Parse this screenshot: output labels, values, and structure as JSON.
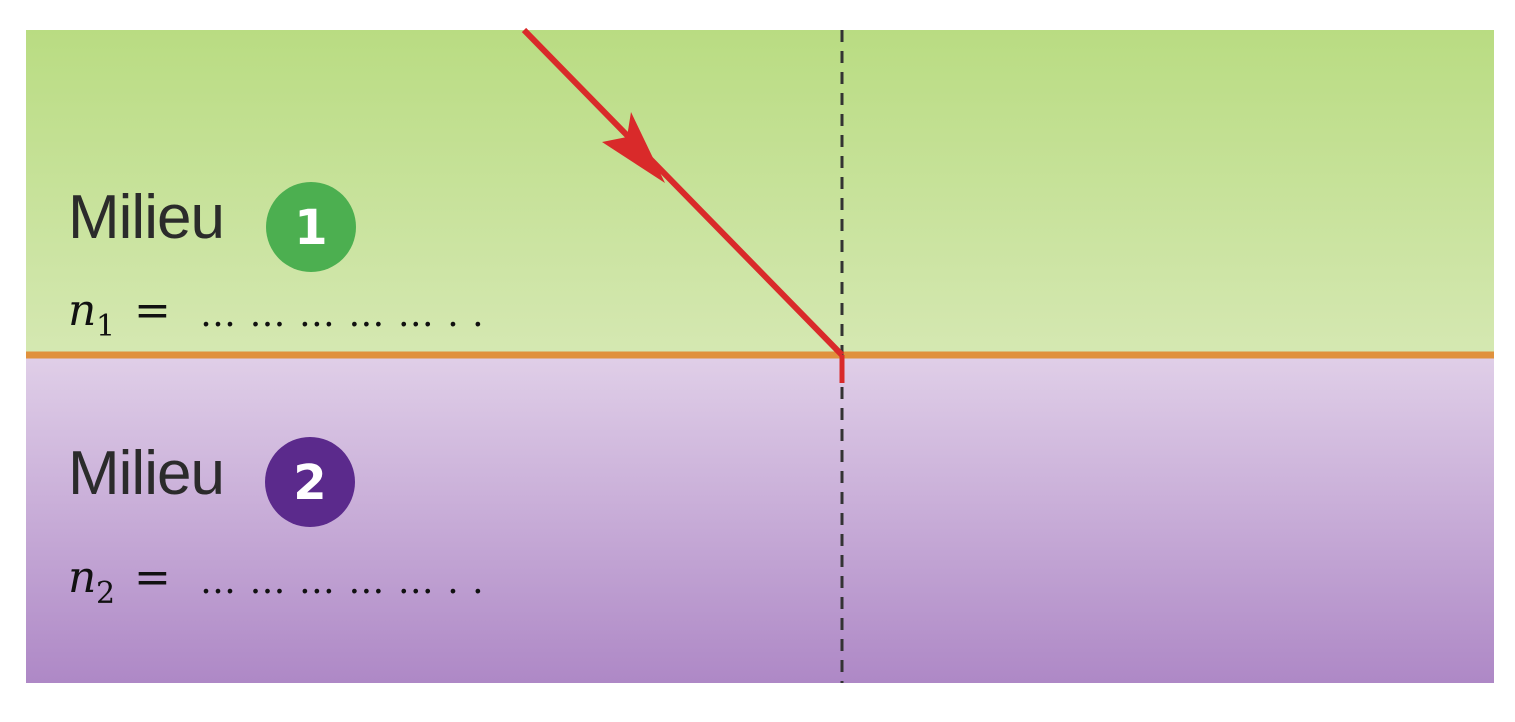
{
  "medium1": {
    "label": "Milieu",
    "badge": "1",
    "badge_color": "#4caf50",
    "fill_top": "#b9dc82",
    "fill_bottom": "#d5e8b2",
    "index_symbol": "n",
    "index_subscript": "1",
    "index_equals": "=",
    "index_blank": "… … … … … . ."
  },
  "medium2": {
    "label": "Milieu",
    "badge": "2",
    "badge_color": "#5b2a8c",
    "fill_top": "#e0cfe8",
    "fill_bottom": "#ae88c6",
    "index_symbol": "n",
    "index_subscript": "2",
    "index_equals": "=",
    "index_blank": "… … … … … . ."
  },
  "interface_color": "#e0913c",
  "ray_color": "#d92a2a",
  "normal_line_color": "#333333",
  "icons": {
    "incident_ray": "arrow-ray-icon",
    "normal": "dashed-normal-line"
  }
}
